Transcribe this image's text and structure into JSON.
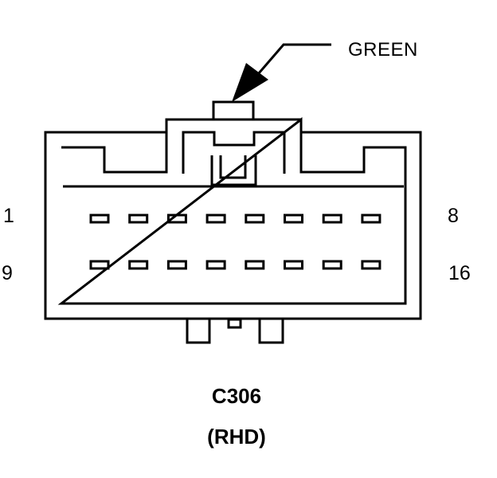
{
  "connector": {
    "id": "C306",
    "variant": "(RHD)",
    "color_callout": "GREEN",
    "pin_labels": {
      "top_left": "1",
      "top_right": "8",
      "bottom_left": "9",
      "bottom_right": "16"
    },
    "pin_count": 16,
    "pins_per_row": 8
  },
  "colors": {
    "line": "#000000",
    "background": "#ffffff"
  }
}
